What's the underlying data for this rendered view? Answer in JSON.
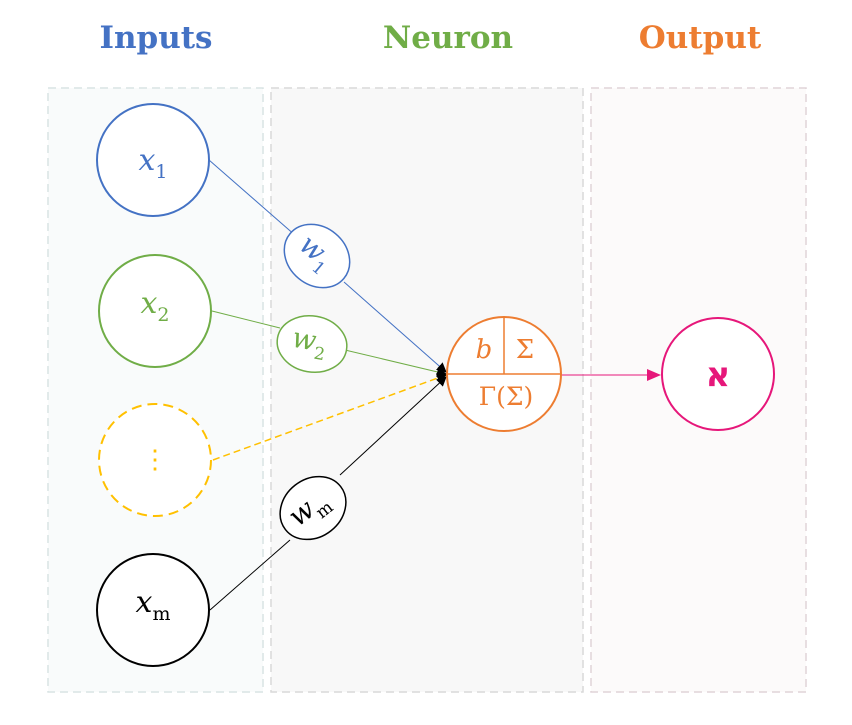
{
  "headers": {
    "inputs": "Inputs",
    "neuron": "Neuron",
    "output": "Output"
  },
  "inputs": [
    {
      "base": "x",
      "sub": "1",
      "style": "solid"
    },
    {
      "base": "x",
      "sub": "2",
      "style": "solid"
    },
    {
      "base": "⋮",
      "sub": "",
      "style": "dashed"
    },
    {
      "base": "x",
      "sub": "m",
      "style": "solid"
    }
  ],
  "weights": [
    {
      "base": "w",
      "sub": "1"
    },
    {
      "base": "w",
      "sub": "2"
    },
    {
      "base": "w",
      "sub": "m"
    }
  ],
  "neuron": {
    "bias": "b",
    "sum": "Σ",
    "activation": "Γ(Σ)"
  },
  "output": {
    "symbol": "א"
  },
  "colors": {
    "blue": "#4472c4",
    "green": "#70ad47",
    "yellow": "#ffc000",
    "black": "#000000",
    "orange": "#ed7d31",
    "pink": "#e6177a",
    "panel_border": "#d6d6d6"
  }
}
